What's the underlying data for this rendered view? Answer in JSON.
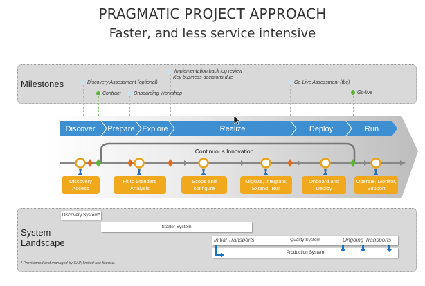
{
  "title": "PRAGMATIC PROJECT APPROACH",
  "subtitle": "Faster, and less service intensive",
  "milestones": {
    "label": "Milestones",
    "items": [
      {
        "text": "Discovery Assessment (optional)",
        "color": "#c6e3f5"
      },
      {
        "text": "Contract",
        "color": "#5ab534"
      },
      {
        "text": "Onboarding Workshop",
        "color": "#c6e3f5"
      },
      {
        "text": "Implementation back log review",
        "color": "#c6e3f5"
      },
      {
        "text": "Key business decisions due",
        "color": ""
      },
      {
        "text": "Go-Live Assessment (tbc)",
        "color": "#c6e3f5"
      },
      {
        "text": "Go-live",
        "color": "#5ab534"
      }
    ]
  },
  "phases": [
    "Discover",
    "Prepare",
    "Explore",
    "Realize",
    "Deploy",
    "Run"
  ],
  "continuous_innovation": "Continuous Innovation",
  "activities": [
    "Discovery Access",
    "Fit to Standard Analysis",
    "Scope and configure",
    "Migrate, Integrate, Extend, Test",
    "Onboard and Deploy",
    "Operate, Monitor, Support"
  ],
  "landscape": {
    "label_line1": "System",
    "label_line2": "Landscape",
    "discovery_system": "Discovery System*",
    "starter_system": "Starter System",
    "quality_system": "Quality System",
    "production_system": "Production System",
    "initial_transports": "Initial Transports",
    "ongoing_transports": "Ongoing Transports",
    "footnote": "* Provisioned and managed by SAP, limited use license."
  },
  "colors": {
    "phase_blue": "#3d8fd1",
    "activity_orange": "#f0a81c",
    "quality_gate_orange": "#e06a1e",
    "milestone_green": "#5ab534",
    "transport_blue": "#1a73c0"
  }
}
